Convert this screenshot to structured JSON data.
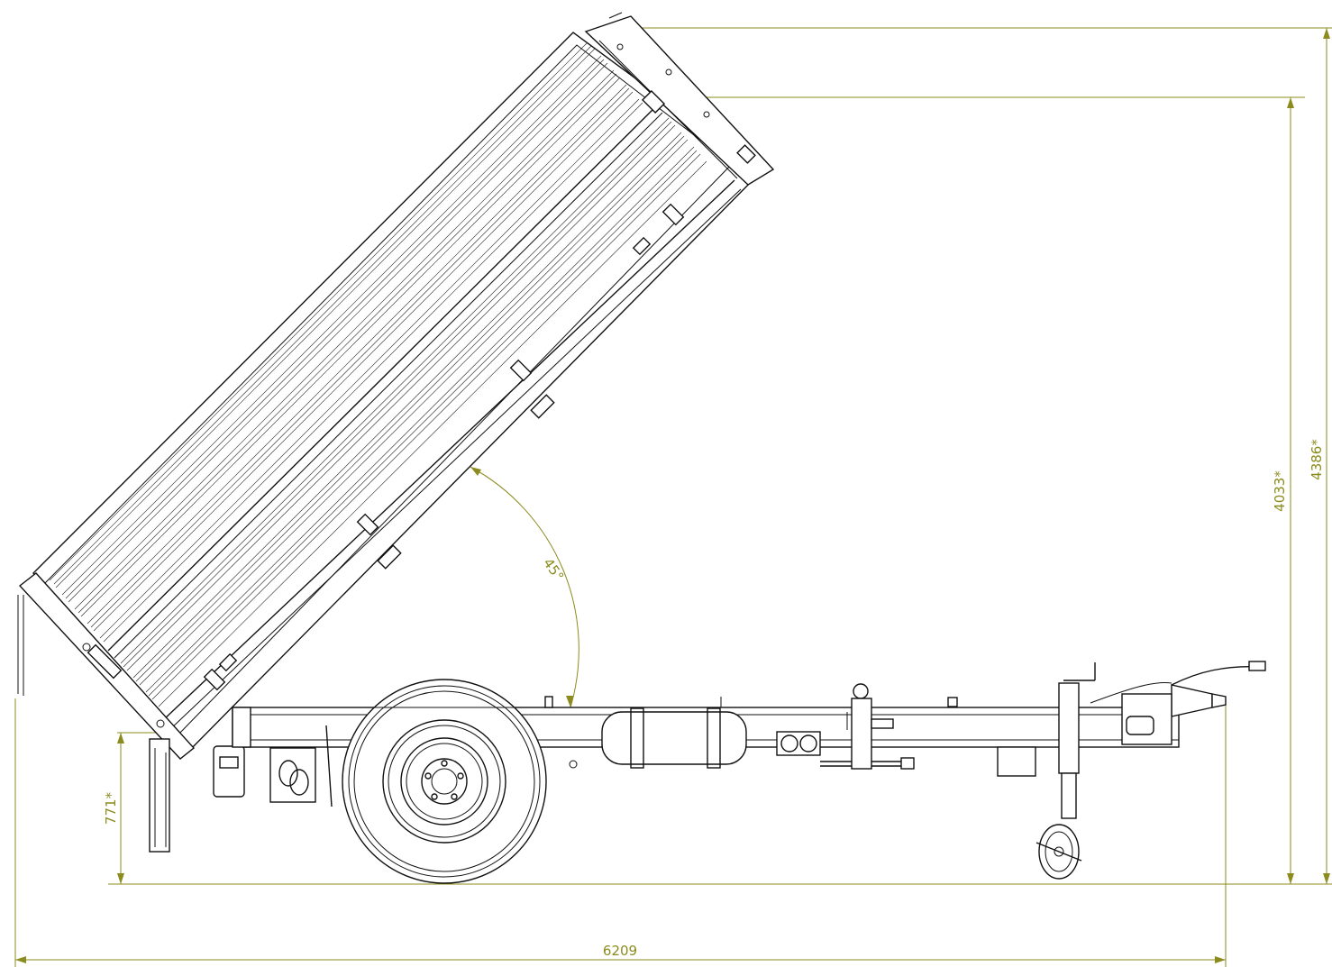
{
  "drawing": {
    "type": "tipping trailer side view",
    "dimension_color": "#8b8b1e",
    "line_color": "#111111"
  },
  "dimensions": {
    "overall_length": "6209",
    "total_height": "4386*",
    "raised_height": "4033*",
    "platform_height": "771*",
    "tilt_angle": "45°"
  }
}
